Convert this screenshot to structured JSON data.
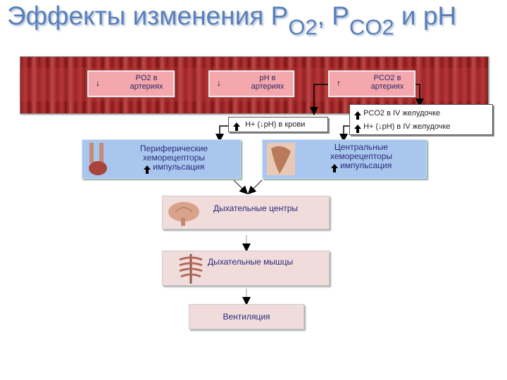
{
  "title": {
    "main": "Эффекты изменения P",
    "sub1": "O2",
    "mid": ", P",
    "sub2": "CO2",
    "end": " и рН"
  },
  "vessel_boxes": [
    {
      "arrow": "↓",
      "line1": "PO2 в",
      "line2": "артериях"
    },
    {
      "arrow": "↓",
      "line1": "рН в",
      "line2": "артериях"
    },
    {
      "arrow": "↑",
      "line1": "PCO2 в",
      "line2": "артериях"
    }
  ],
  "blood_box": "H+ (↓pH) в крови",
  "ventricle_box": {
    "line1": "PCO2 в IV желудочке",
    "line2": "H+ (↓pH) в IV желудочке"
  },
  "peripheral": {
    "line1": "Периферические",
    "line2": "хеморецепторы",
    "line3": "импульсация"
  },
  "central": {
    "line1": "Центральные",
    "line2": "хеморецепторы",
    "line3": "импульсация"
  },
  "resp_centers": "Дыхательные центры",
  "resp_muscles": "Дыхательные мышцы",
  "ventilation": "Вентиляция",
  "colors": {
    "title": "#5a7fb8",
    "pink": "#f4a7ad",
    "blue": "#a9c7ee",
    "lightpink": "#f1dcdc"
  }
}
